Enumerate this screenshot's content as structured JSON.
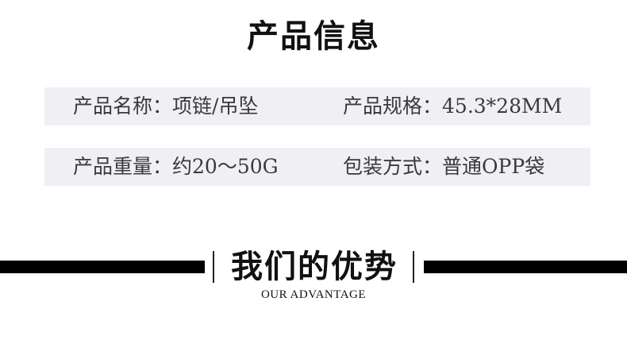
{
  "header": {
    "title": "产品信息"
  },
  "product_info": {
    "rows": [
      {
        "left": {
          "label": "产品名称：",
          "value": "项链/吊坠"
        },
        "right": {
          "label": "产品规格：",
          "value": "45.3*28MM"
        }
      },
      {
        "left": {
          "label": "产品重量：",
          "value": "约20～50G"
        },
        "right": {
          "label": "包装方式：",
          "value": "普通OPP袋"
        }
      }
    ]
  },
  "advantage": {
    "title": "我们的优势",
    "subtitle": "OUR ADVANTAGE"
  },
  "colors": {
    "row_background": "#f0eff4",
    "bar": "#000000",
    "text": "#3a3a3a"
  }
}
